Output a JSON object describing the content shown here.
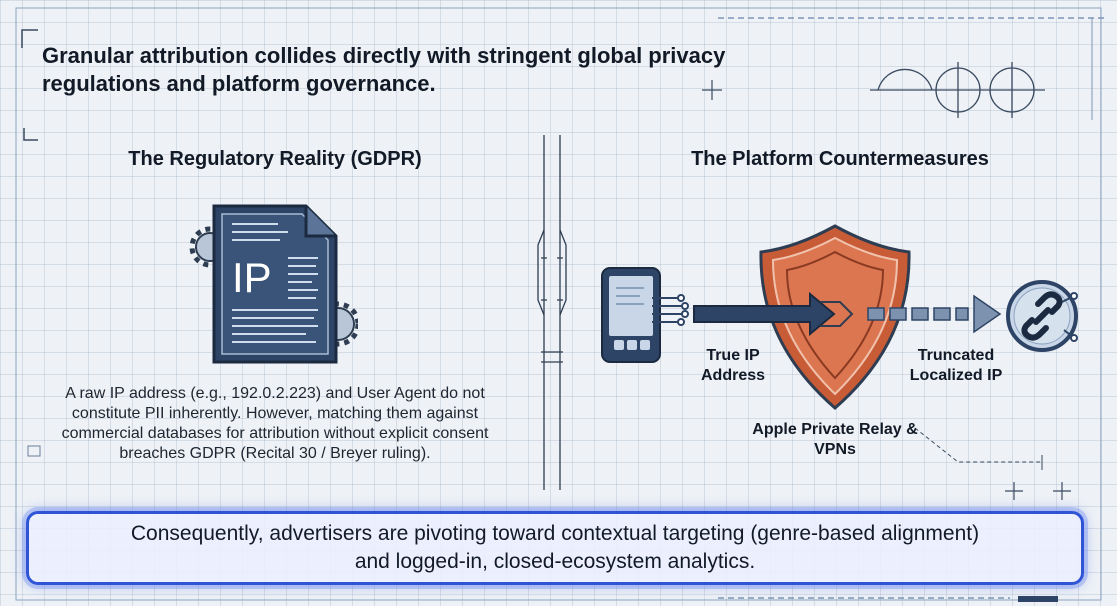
{
  "headline": "Granular attribution collides directly with stringent global privacy regulations and platform governance.",
  "left_panel": {
    "title": "The Regulatory Reality (GDPR)",
    "icon_text": "IP",
    "description": "A raw IP address (e.g., 192.0.2.223) and User Agent do not constitute PII inherently. However, matching them against commercial databases for attribution without explicit consent breaches GDPR (Recital 30 / Breyer ruling)."
  },
  "right_panel": {
    "title": "The Platform Countermeasures",
    "label_true_ip": "True IP Address",
    "label_truncated": "Truncated Localized IP",
    "label_relay": "Apple Private Relay & VPNs"
  },
  "callout": "Consequently, advertisers are pivoting toward contextual targeting (genre-based alignment) and logged-in, closed-ecosystem analytics.",
  "colors": {
    "shield": "#d9704a",
    "navy": "#2e4466",
    "accent": "#2f54d6"
  },
  "icons": [
    "ip-document-icon",
    "gear-icon",
    "smartphone-icon",
    "shield-icon",
    "link-icon"
  ]
}
